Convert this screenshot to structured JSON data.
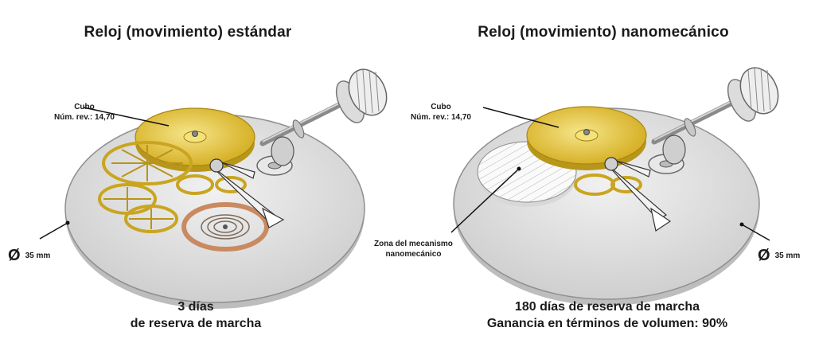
{
  "left": {
    "title": "Reloj (movimiento) estándar",
    "hub_label": "Cubo",
    "hub_rev": "Núm. rev.: 14,70",
    "diameter_symbol": "Ø",
    "diameter": "35 mm",
    "caption_line1": "3 días",
    "caption_line2": "de reserva de marcha"
  },
  "right": {
    "title": "Reloj (movimiento) nanomecánico",
    "hub_label": "Cubo",
    "hub_rev": "Núm. rev.: 14,70",
    "zone_line1": "Zona del mecanismo",
    "zone_line2": "nanomecánico",
    "diameter_symbol": "Ø",
    "diameter": "35 mm",
    "caption_line1": "180 días de reserva de marcha",
    "caption_line2": "Ganancia en términos de volumen: 90%"
  },
  "colors": {
    "plate": "#e4e4e4",
    "gold": "#e3c437",
    "gear": "#d8b72a",
    "copper": "#c98a62",
    "steel": "#9aa0a6"
  }
}
